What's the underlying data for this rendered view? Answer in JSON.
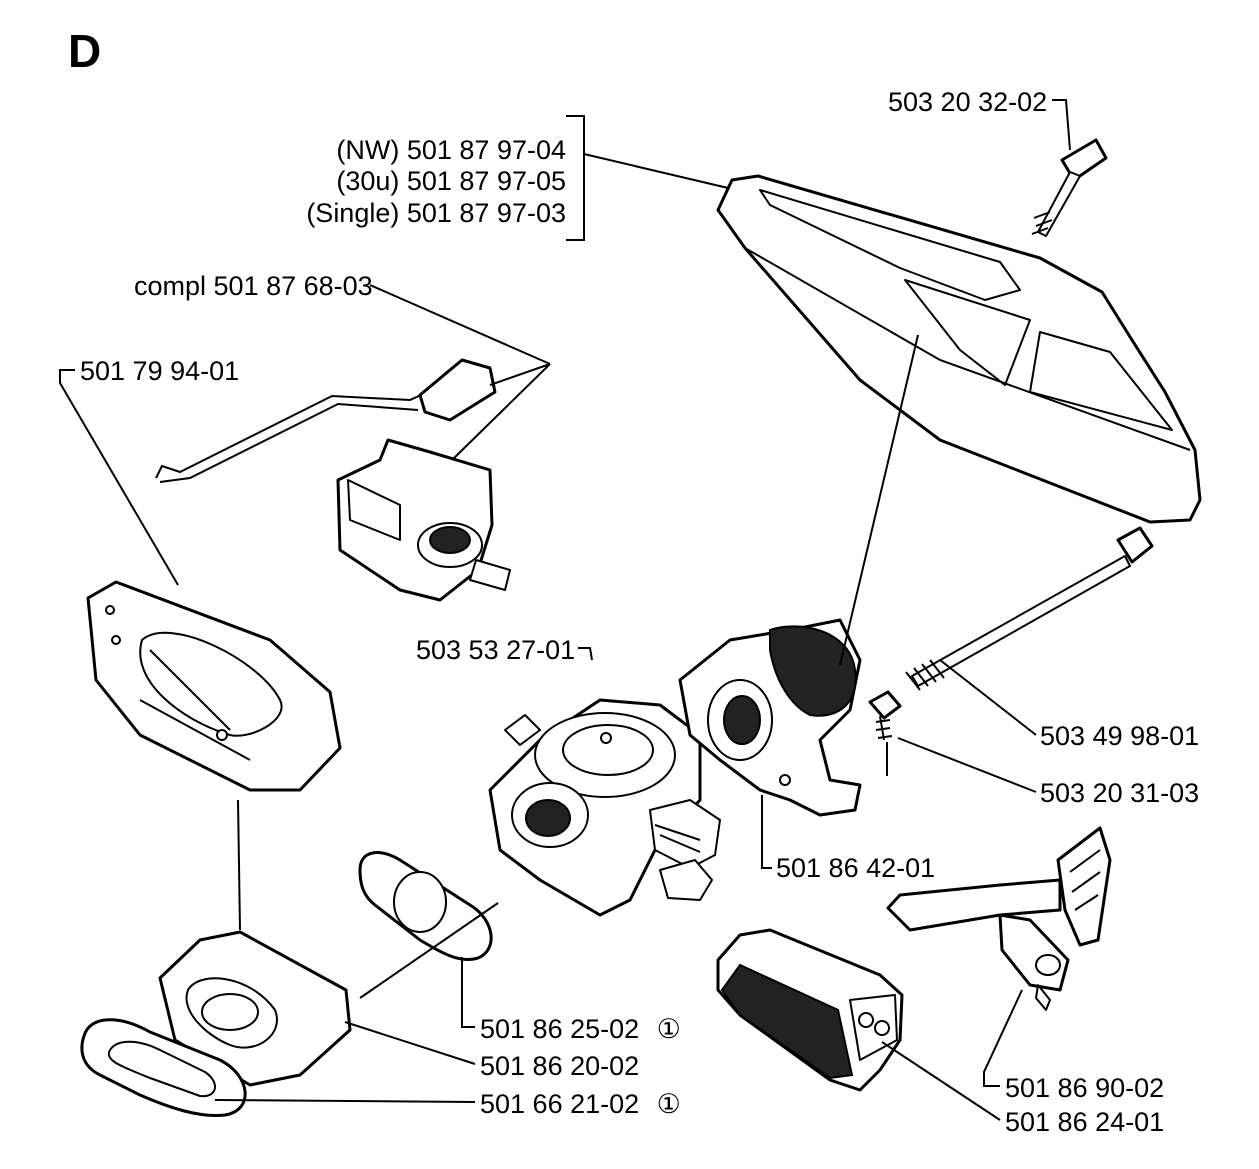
{
  "section_letter": "D",
  "air_filter_cover": {
    "line1": "(NW) 501 87 97-04",
    "line2": "(30u)  501 87 97-05",
    "line3": "(Single) 501 87 97-03"
  },
  "labels": {
    "cover_screw": "503 20 32-02",
    "choke_compl": "compl 501 87 68-03",
    "heat_shield": "501 79 94-01",
    "carburetor": "503 53 27-01",
    "filter_bolt": "503 49 98-01",
    "screw": "503 20 31-03",
    "carb_holder": "501 86 42-01",
    "gasket_upper": "501 86 25-02",
    "intake": "501 86 20-02",
    "gasket_lower": "501 66 21-02",
    "throttle_lever": "501 86 90-02",
    "filter": "501 86 24-01",
    "note_marker": "①"
  }
}
